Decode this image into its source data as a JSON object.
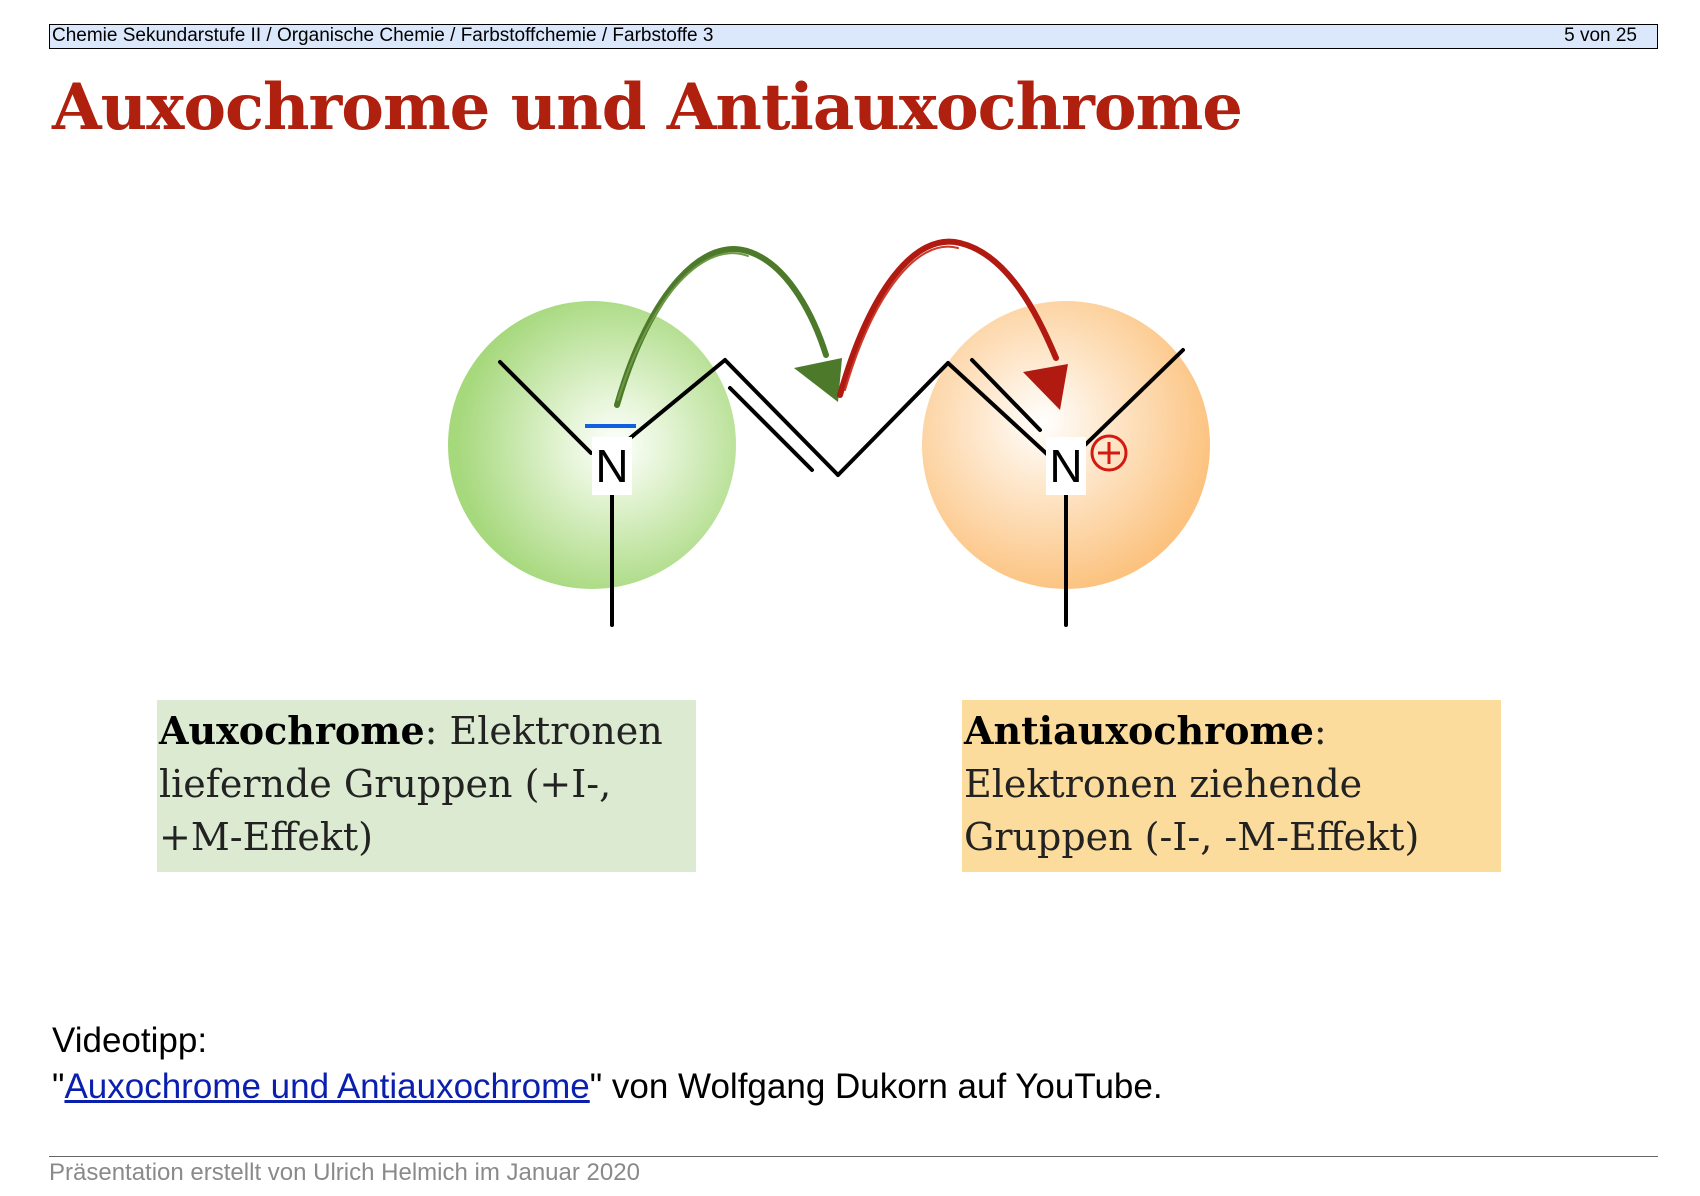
{
  "header": {
    "breadcrumb": "Chemie Sekundarstufe II / Organische Chemie / Farbstoffchemie / Farbstoffe 3",
    "page_counter": "5 von 25"
  },
  "title": "Auxochrome und Antiauxochrome",
  "molecule": {
    "left_atom": "N",
    "right_atom": "N",
    "left_sphere_color": "#a6d87c",
    "right_sphere_color": "#fcc27e",
    "left_arrow_color": "#4d7a2a",
    "right_arrow_color": "#b01a10",
    "lone_pair_color": "#1060e0",
    "charge_color": "#d21a10"
  },
  "auxochrome": {
    "term": "Auxochrome",
    "text": ": Elektronen liefernde Gruppen (+I-, +M-Effekt)"
  },
  "antiauxochrome": {
    "term": "Antiauxochrome",
    "text": ": Elektronen ziehende Gruppen (-I-, -M-Effekt)"
  },
  "video": {
    "label": "Videotipp:",
    "quote_open": "\"",
    "link_text": "Auxochrome und Antiauxochrome",
    "suffix": "\" von Wolfgang Dukorn auf YouTube."
  },
  "footer": {
    "text": "Präsentation erstellt von Ulrich Helmich im Januar 2020"
  }
}
